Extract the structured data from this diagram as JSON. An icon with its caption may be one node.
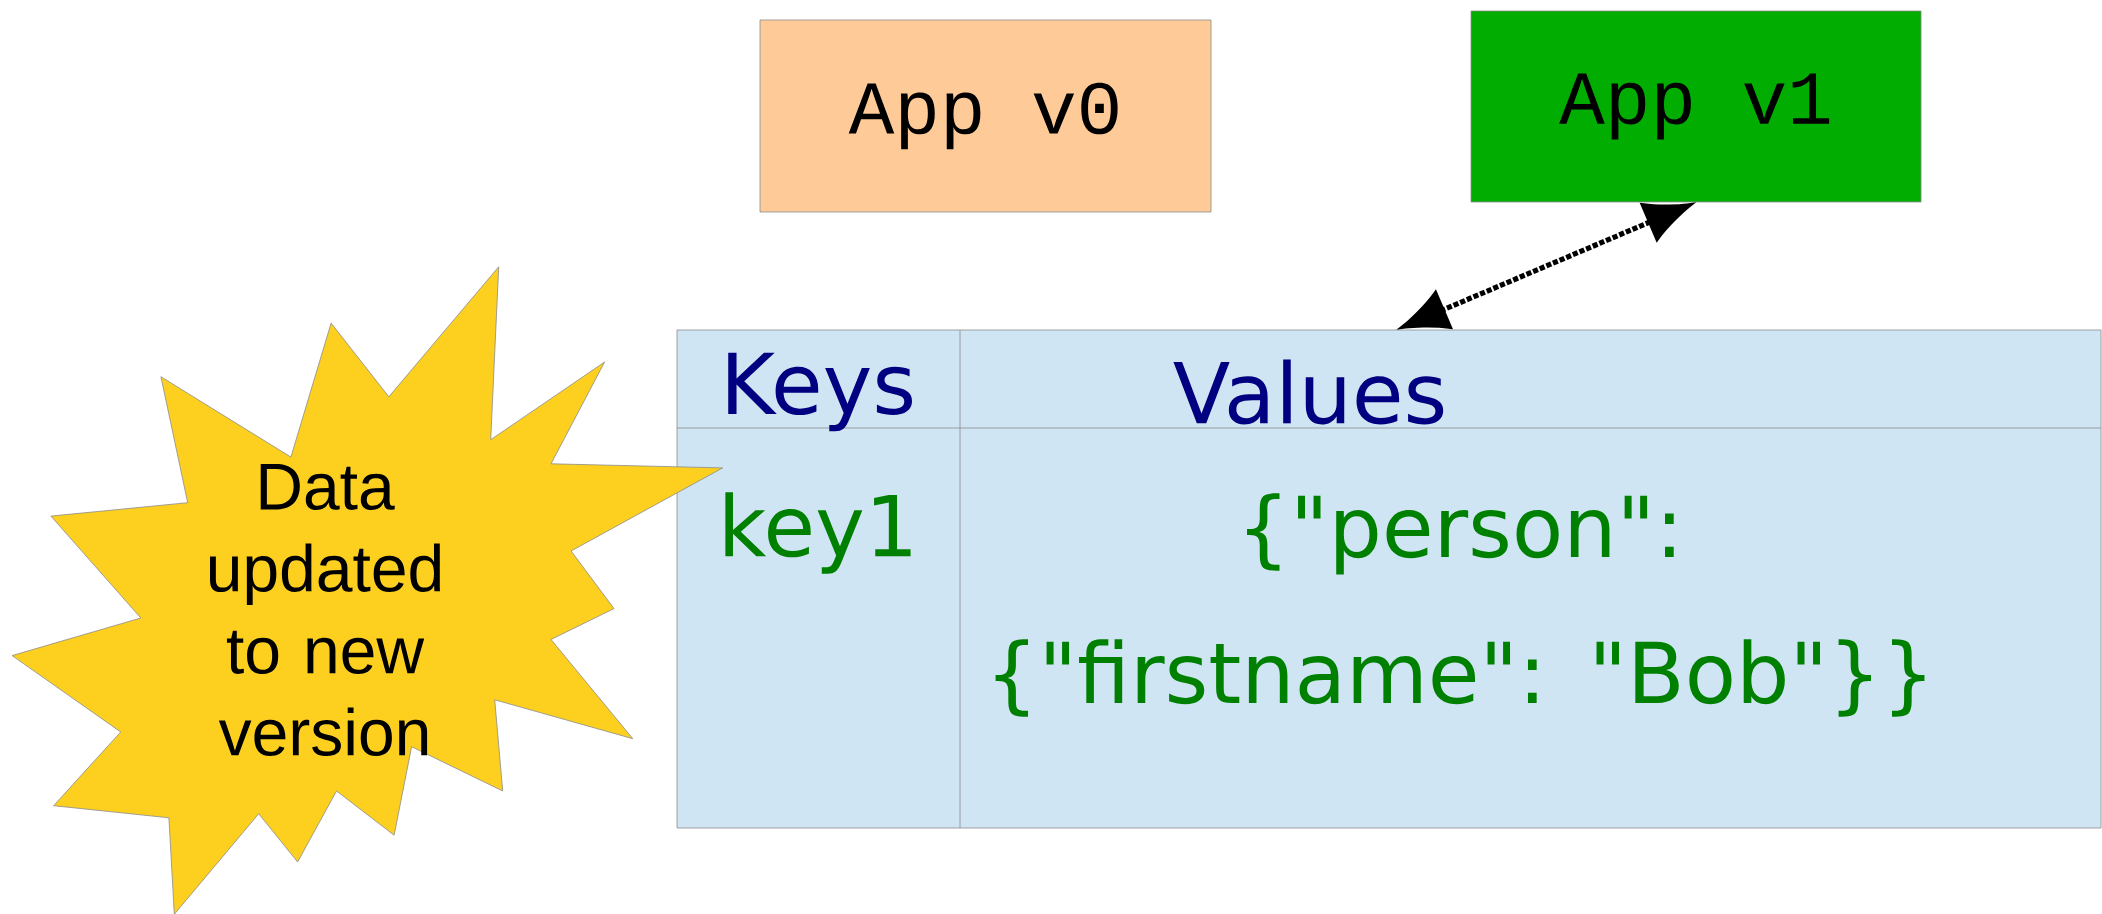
{
  "diagram": {
    "nodes": [
      {
        "text": [
          "App v0"
        ]
      },
      {
        "text": [
          "App v1"
        ]
      },
      {
        "text": [
          "Keys",
          "Values",
          "key1",
          "{\"person\": {\"firstname\": \"Bob\"}}"
        ]
      },
      {
        "text": [
          "Data updated to new version"
        ]
      }
    ],
    "edges": [
      {
        "from": 1,
        "to": 2,
        "arrow": "both",
        "style": "dashed"
      }
    ]
  }
}
